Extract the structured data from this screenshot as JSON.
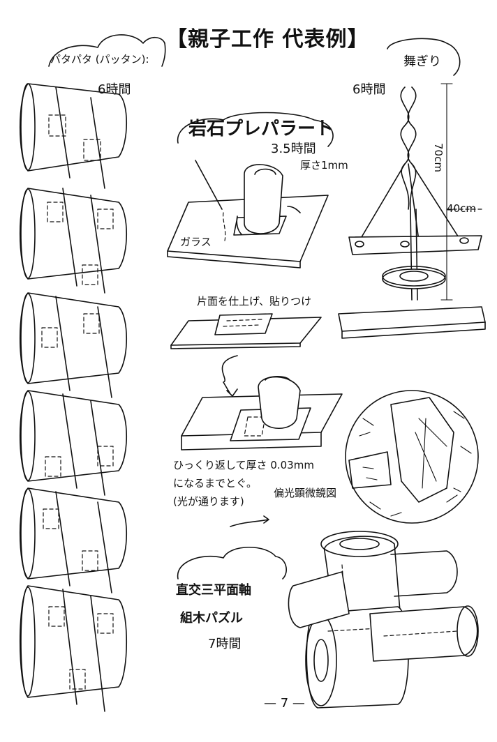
{
  "page": {
    "title": "【親子工作 代表例】",
    "page_number": "— 7 —"
  },
  "sections": {
    "patapata": {
      "label": "パタパタ (パッタン):",
      "time": "6時間"
    },
    "maigiri": {
      "label": "舞ぎり",
      "time": "6時間",
      "height_label": "70cm",
      "width_label": "40cm"
    },
    "rock_slide": {
      "title": "岩石プレパラート",
      "time": "3.5時間",
      "thickness_note": "厚さ1mm",
      "glass_label": "ガラス",
      "step1": "片面を仕上げ、貼りつけ",
      "step2_line1": "ひっくり返して厚さ 0.03mm",
      "step2_line2": "になるまでとぐ。",
      "step2_line3": "(光が通ります)",
      "microscope_label": "偏光顕微鏡図"
    },
    "puzzle": {
      "title_line1": "直交三平面軸",
      "title_line2": "組木パズル",
      "time": "7時間"
    }
  },
  "icons": [
    "hand-icon",
    "spatula-icon",
    "arrow-icon",
    "microscope-view-icon"
  ]
}
